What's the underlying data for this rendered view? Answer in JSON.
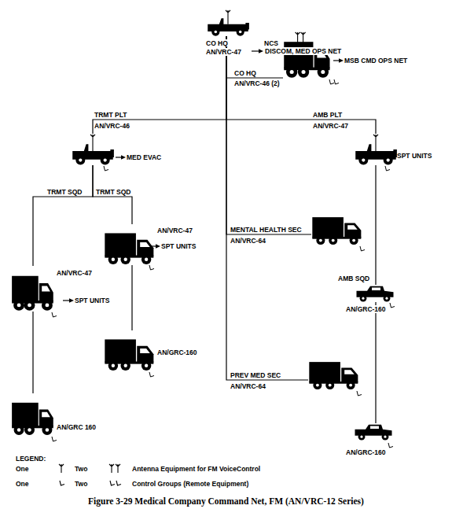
{
  "diagram": {
    "caption": "Figure 3-29 Medical Company Command Net, FM (AN/VRC-12 Series)",
    "nodes": [
      {
        "text": [
          "CO HQ",
          "AN/VRC-47"
        ]
      },
      {
        "text": [
          "NCS",
          "CO HQ",
          "AN/VRC-46 (2)"
        ]
      },
      {
        "text": [
          "TRMT PLT",
          "AN/VRC-46"
        ]
      },
      {
        "text": [
          "AMB PLT",
          "AN/VRC-47"
        ]
      },
      {
        "text": [
          "TRMT SQD",
          "AN/VRC-47"
        ]
      },
      {
        "text": [
          "TRMT SQD",
          "AN/VRC-47"
        ]
      },
      {
        "text": [
          "MENTAL HEALTH SEC",
          "AN/VRC-64"
        ]
      },
      {
        "text": [
          "AMB SQD",
          "AN/GRC-160"
        ]
      },
      {
        "text": [
          "AN/GRC-160"
        ]
      },
      {
        "text": [
          "PREV MED SEC",
          "AN/VRC-64"
        ]
      },
      {
        "text": [
          "AN/GRC 160"
        ]
      },
      {
        "text": [
          "AN/GRC-160"
        ]
      }
    ],
    "edges": [
      {
        "from": 0,
        "to": 1,
        "arrow": "none"
      },
      {
        "from": 0,
        "to": 2,
        "arrow": "none"
      },
      {
        "from": 0,
        "to": 3,
        "arrow": "none"
      },
      {
        "from": 0,
        "to": 6,
        "arrow": "none"
      },
      {
        "from": 0,
        "to": 9,
        "arrow": "none"
      },
      {
        "from": 2,
        "to": 4,
        "arrow": "none"
      },
      {
        "from": 2,
        "to": 5,
        "arrow": "none"
      },
      {
        "from": 4,
        "to": 10,
        "arrow": "none"
      },
      {
        "from": 5,
        "to": 8,
        "arrow": "none"
      },
      {
        "from": 3,
        "to": 7,
        "arrow": "none"
      },
      {
        "from": 7,
        "to": 11,
        "arrow": "none"
      }
    ],
    "labels": [
      "DISCOM, MED OPS NET",
      "MSB CMD OPS NET",
      "SPT UNITS",
      "MED EVAC",
      "SPT UNITS",
      "SPT UNITS",
      "LEGEND:",
      "One",
      "Two",
      "One",
      "Two"
    ],
    "legend": [
      {
        "text": "Antenna Equipment for FM VoiceControl"
      },
      {
        "text": "Control Groups (Remote Equipment)"
      }
    ]
  }
}
